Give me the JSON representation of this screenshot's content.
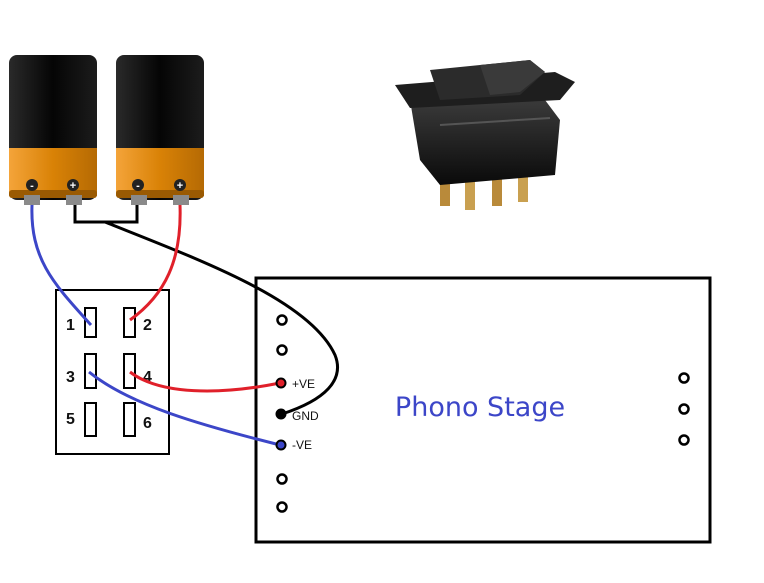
{
  "colors": {
    "wire_negative": "#3c46c8",
    "wire_positive": "#e0202a",
    "wire_ground": "#000000",
    "title": "#3c46c8",
    "battery_body": "#151515",
    "battery_band": "#e08a12"
  },
  "batteries": [
    {
      "neg_sign": "-",
      "pos_sign": "+"
    },
    {
      "neg_sign": "-",
      "pos_sign": "+"
    }
  ],
  "switch": {
    "photo_icon": "rocker-switch-photo",
    "pins": [
      "1",
      "2",
      "3",
      "4",
      "5",
      "6"
    ]
  },
  "phono_stage": {
    "title": "Phono Stage",
    "terminals": {
      "pos": "+VE",
      "gnd": "GND",
      "neg": "-VE"
    }
  }
}
